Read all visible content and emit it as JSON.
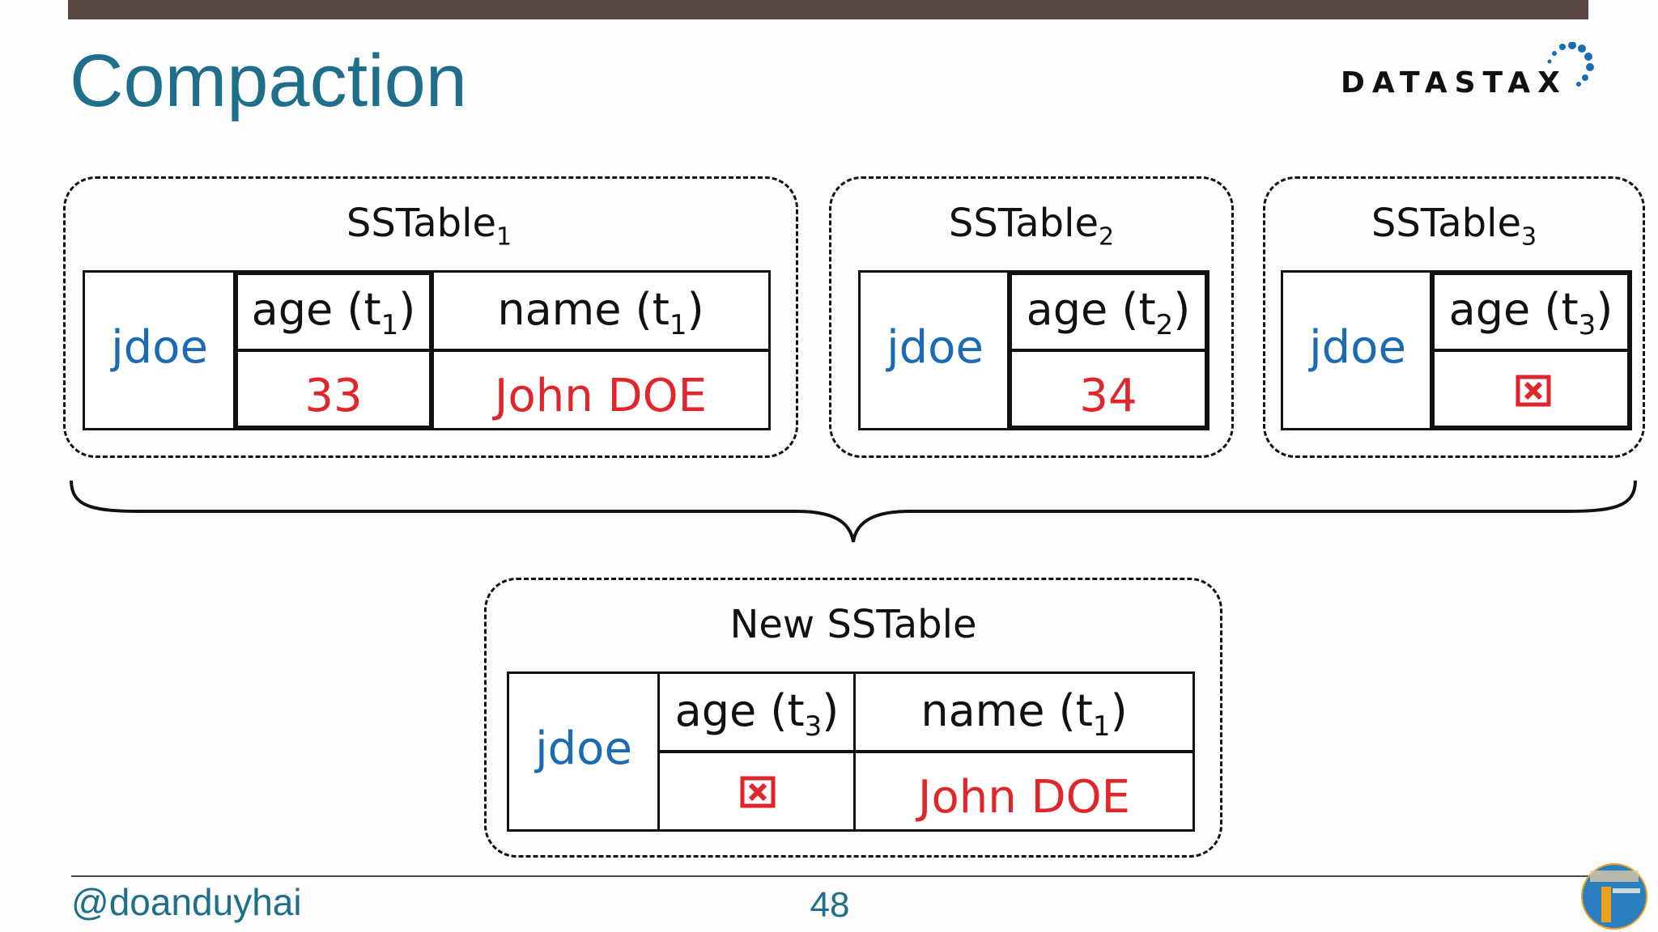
{
  "slide": {
    "title": "Compaction",
    "footer_handle": "@doanduyhai",
    "page_number": "48"
  },
  "logo": {
    "text": "DATASTAX",
    "icon": "dots-cluster-icon"
  },
  "sstables": [
    {
      "title": "SSTable",
      "subscript": "1",
      "key": "jdoe",
      "columns": [
        {
          "name": "age",
          "ts_base": "t",
          "ts_sub": "1",
          "value": "33"
        },
        {
          "name": "name",
          "ts_base": "t",
          "ts_sub": "1",
          "value": "John DOE"
        }
      ]
    },
    {
      "title": "SSTable",
      "subscript": "2",
      "key": "jdoe",
      "columns": [
        {
          "name": "age",
          "ts_base": "t",
          "ts_sub": "2",
          "value": "34"
        }
      ]
    },
    {
      "title": "SSTable",
      "subscript": "3",
      "key": "jdoe",
      "columns": [
        {
          "name": "age",
          "ts_base": "t",
          "ts_sub": "3",
          "value_icon": "tombstone-icon"
        }
      ]
    }
  ],
  "merged": {
    "title": "New SSTable",
    "key": "jdoe",
    "columns": [
      {
        "name": "age",
        "ts_base": "t",
        "ts_sub": "3",
        "value_icon": "tombstone-icon"
      },
      {
        "name": "name",
        "ts_base": "t",
        "ts_sub": "1",
        "value": "John DOE"
      }
    ]
  },
  "colors": {
    "title": "#1f6f8b",
    "key": "#1a6bb3",
    "value": "#e0262b",
    "bar": "#594743"
  }
}
